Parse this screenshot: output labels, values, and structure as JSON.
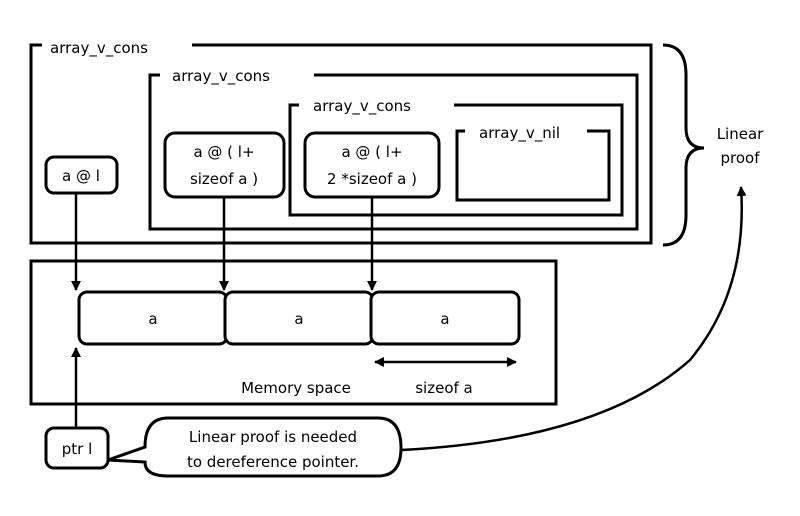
{
  "frames": {
    "outer_label": "array_v_cons",
    "middle_label": "array_v_cons",
    "inner_label": "array_v_cons",
    "nil_label": "array_v_nil"
  },
  "views": {
    "first": "a @ l",
    "second_line1": "a @ ( l+",
    "second_line2": "sizeof a )",
    "third_line1": "a @ ( l+",
    "third_line2": "2 *sizeof a )"
  },
  "brace_label_line1": "Linear",
  "brace_label_line2": "proof",
  "memory": {
    "cells": [
      "a",
      "a",
      "a"
    ],
    "space_label": "Memory space",
    "size_label": "sizeof a"
  },
  "pointer_label": "ptr l",
  "callout_line1": "Linear proof is needed",
  "callout_line2": "to dereference pointer."
}
